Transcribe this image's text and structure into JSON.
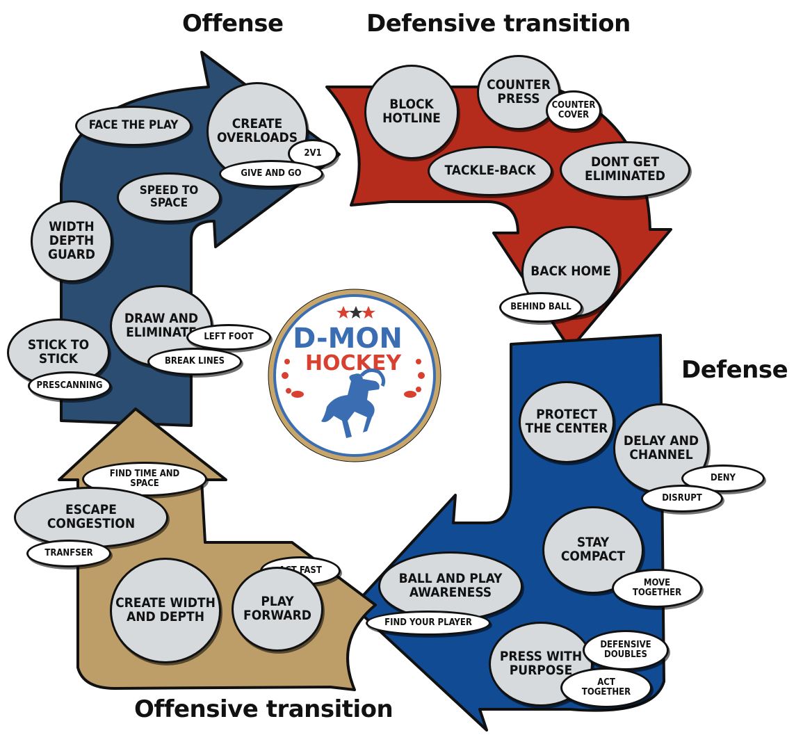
{
  "titles": {
    "offense": "Offense",
    "defensive_transition": "Defensive transition",
    "defense": "Defense",
    "offensive_transition": "Offensive transition"
  },
  "logo": {
    "line1": "D-MON",
    "line2": "HOCKEY"
  },
  "colors": {
    "offense": "#2b4d71",
    "defensive_transition": "#b52c1c",
    "defense": "#104b94",
    "offensive_transition": "#be9e68",
    "bubble_fill": "#d6dadd",
    "logo_blue": "#3b6db3",
    "logo_red": "#d84030",
    "logo_ring": "#c8a66a"
  },
  "offense": {
    "face_the_play": "FACE THE PLAY",
    "create_overloads": "CREATE\nOVERLOADS",
    "two_v_one": "2V1",
    "give_and_go": "GIVE AND GO",
    "speed_to_space": "SPEED TO\nSPACE",
    "width_depth_guard": "WIDTH\nDEPTH\nGUARD",
    "draw_and_eliminate": "DRAW AND\nELIMINATE",
    "left_foot": "LEFT FOOT",
    "break_lines": "BREAK LINES",
    "stick_to_stick": "STICK TO\nSTICK",
    "prescanning": "PRESCANNING"
  },
  "defensive_transition": {
    "block_hotline": "BLOCK\nHOTLINE",
    "counter_press": "COUNTER\nPRESS",
    "counter_cover": "COUNTER\nCOVER",
    "tackle_back": "TACKLE-BACK",
    "dont_get_eliminated": "DONT GET\nELIMINATED",
    "back_home": "BACK HOME",
    "behind_ball": "BEHIND BALL"
  },
  "defense": {
    "protect_the_center": "PROTECT\nTHE CENTER",
    "delay_and_channel": "DELAY AND\nCHANNEL",
    "deny": "DENY",
    "disrupt": "DISRUPT",
    "stay_compact": "STAY\nCOMPACT",
    "move_together": "MOVE\nTOGETHER",
    "ball_and_play_awareness": "BALL AND PLAY\nAWARENESS",
    "find_your_player": "FIND YOUR PLAYER",
    "press_with_purpose": "PRESS WITH\nPURPOSE",
    "defensive_doubles": "DEFENSIVE\nDOUBLES",
    "act_together": "ACT\nTOGETHER"
  },
  "offensive_transition": {
    "find_time_and_space": "FIND TIME AND\nSPACE",
    "escape_congestion": "ESCAPE\nCONGESTION",
    "transfer": "TRANFSER",
    "create_width_and_depth": "CREATE WIDTH\nAND DEPTH",
    "act_fast": "ACT FAST",
    "play_forward": "PLAY\nFORWARD"
  }
}
